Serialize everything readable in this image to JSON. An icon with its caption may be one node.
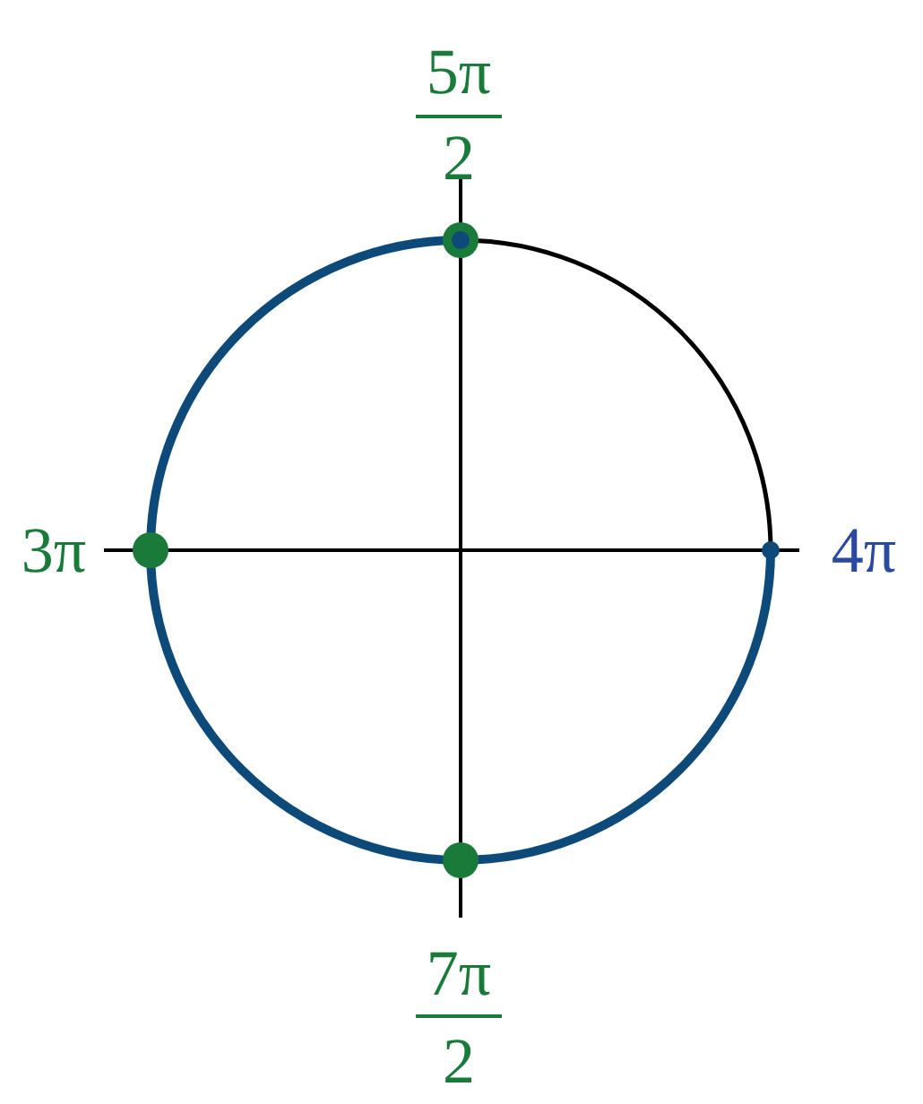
{
  "diagram": {
    "labels": [
      "5π",
      "2",
      "3π",
      "4π",
      "7π",
      "2"
    ]
  }
}
